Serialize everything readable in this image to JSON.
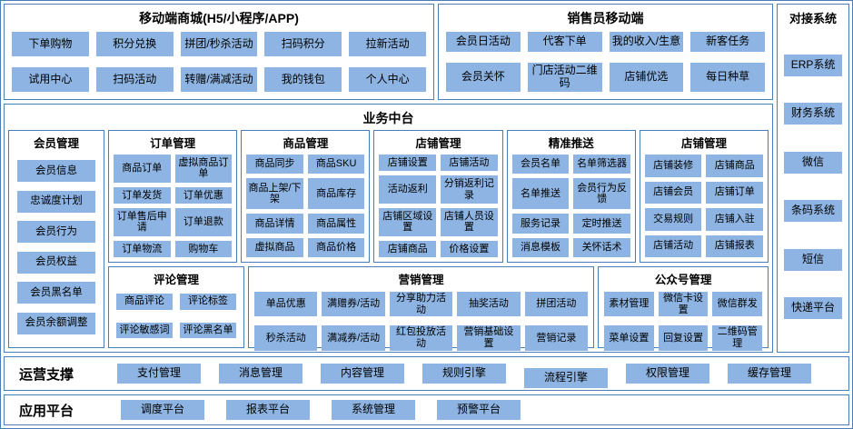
{
  "colors": {
    "box": "#8db4e2",
    "line": "#4a7ebb"
  },
  "mobile_mall": {
    "title": "移动端商城(H5/小程序/APP)",
    "items": [
      "下单购物",
      "积分兑换",
      "拼团/秒杀活动",
      "扫码积分",
      "拉新活动",
      "试用中心",
      "扫码活动",
      "转赠/满减活动",
      "我的钱包",
      "个人中心"
    ]
  },
  "salesman": {
    "title": "销售员移动端",
    "items": [
      "会员日活动",
      "代客下单",
      "我的收入/生意",
      "新客任务",
      "会员关怀",
      "门店活动二维码",
      "店铺优选",
      "每日种草"
    ]
  },
  "integration": {
    "title": "对接系统",
    "items": [
      "ERP系统",
      "财务系统",
      "微信",
      "条码系统",
      "短信",
      "快递平台"
    ]
  },
  "business": {
    "title": "业务中台",
    "member": {
      "title": "会员管理",
      "items": [
        "会员信息",
        "忠诚度计划",
        "会员行为",
        "会员权益",
        "会员黑名单",
        "会员余额调整"
      ]
    },
    "order": {
      "title": "订单管理",
      "items": [
        "商品订单",
        "虚拟商品订单",
        "订单发货",
        "订单优惠",
        "订单售后申请",
        "订单退款",
        "订单物流",
        "购物车"
      ]
    },
    "product": {
      "title": "商品管理",
      "items": [
        "商品同步",
        "商品SKU",
        "商品上架/下架",
        "商品库存",
        "商品详情",
        "商品属性",
        "虚拟商品",
        "商品价格"
      ]
    },
    "store": {
      "title": "店铺管理",
      "items": [
        "店铺设置",
        "店铺活动",
        "活动返利",
        "分销返利记录",
        "店铺区域设置",
        "店铺人员设置",
        "店铺商品",
        "价格设置"
      ]
    },
    "push": {
      "title": "精准推送",
      "items": [
        "会员名单",
        "名单筛选器",
        "名单推送",
        "会员行为反馈",
        "服务记录",
        "定时推送",
        "消息模板",
        "关怀话术"
      ]
    },
    "shop": {
      "title": "店铺管理",
      "items": [
        "店铺装修",
        "店铺商品",
        "店铺会员",
        "店铺订单",
        "交易规则",
        "店铺入驻",
        "店铺活动",
        "店铺报表"
      ]
    },
    "comment": {
      "title": "评论管理",
      "items": [
        "商品评论",
        "评论标签",
        "评论敏感词",
        "评论黑名单"
      ]
    },
    "marketing": {
      "title": "营销管理",
      "items": [
        "单品优惠",
        "满赠券/活动",
        "分享助力活动",
        "抽奖活动",
        "拼团活动",
        "秒杀活动",
        "满减券/活动",
        "红包投放活动",
        "营销基础设置",
        "营销记录"
      ]
    },
    "wechat": {
      "title": "公众号管理",
      "items": [
        "素材管理",
        "微信卡设置",
        "微信群发",
        "菜单设置",
        "回复设置",
        "二维码管理"
      ]
    }
  },
  "operation": {
    "title": "运营支撑",
    "items": [
      "支付管理",
      "消息管理",
      "内容管理",
      "规则引擎",
      "流程引擎",
      "权限管理",
      "缓存管理"
    ]
  },
  "application": {
    "title": "应用平台",
    "items": [
      "调度平台",
      "报表平台",
      "系统管理",
      "预警平台"
    ]
  }
}
